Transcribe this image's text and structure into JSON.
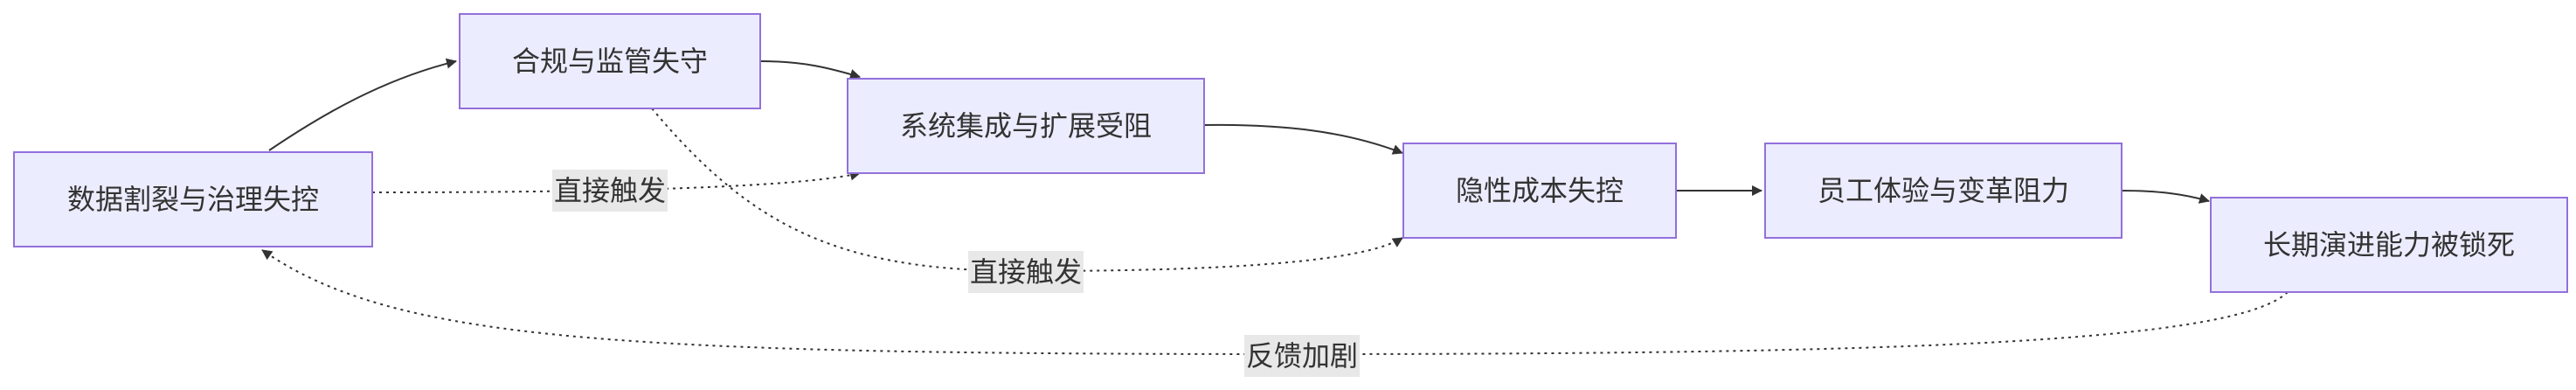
{
  "nodes": {
    "A": "数据割裂与治理失控",
    "B": "合规与监管失守",
    "C": "系统集成与扩展受阻",
    "D": "隐性成本失控",
    "E": "员工体验与变革阻力",
    "F": "长期演进能力被锁死"
  },
  "edges": {
    "direct_trigger_1": "直接触发",
    "direct_trigger_2": "直接触发",
    "feedback": "反馈加剧"
  },
  "colors": {
    "node_fill": "#ECECFF",
    "node_stroke": "#9370DB",
    "edge": "#333333",
    "label_bg": "#e8e8e8",
    "text": "#333333"
  }
}
